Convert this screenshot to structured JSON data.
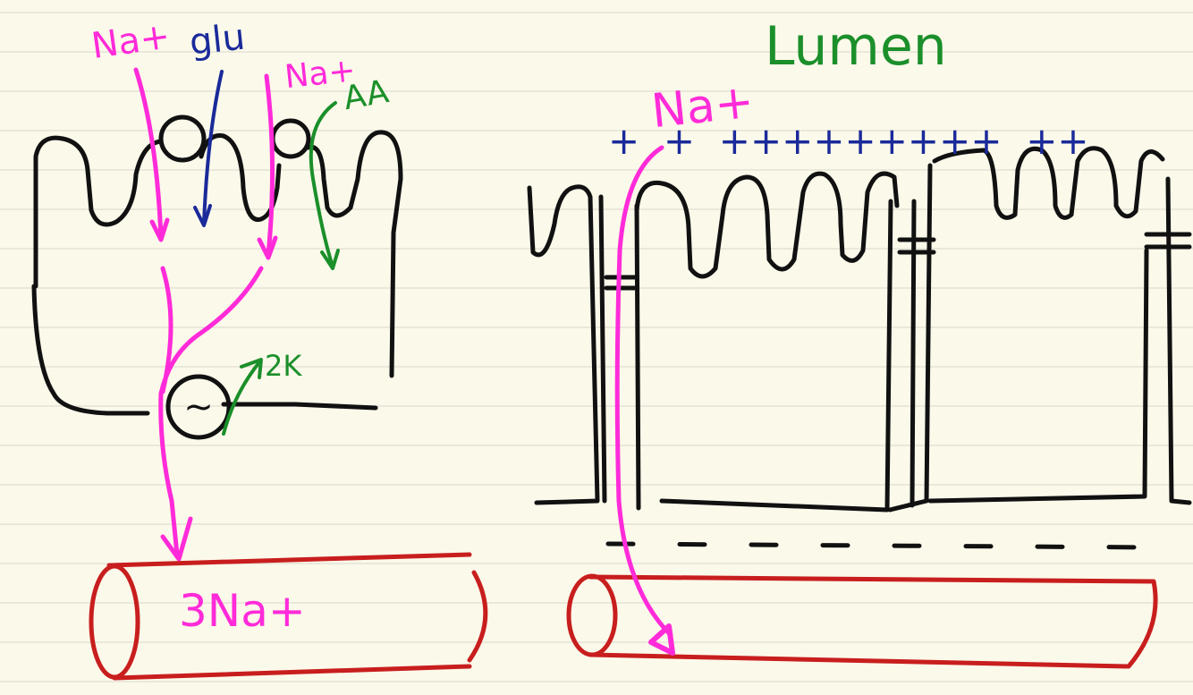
{
  "colors": {
    "paper": "#fbf9ea",
    "rule_line": "#e4e2d4",
    "cell_outline": "#111111",
    "sodium": "#ff2bd9",
    "glucose": "#1a2a9a",
    "amino_acid": "#1b8f2a",
    "potassium": "#1b8f2a",
    "capillary": "#c81e1e",
    "charge": "#1a2a9a"
  },
  "left_panel": {
    "labels": {
      "na_left": "Na+",
      "glu": "glu",
      "na_right": "Na+",
      "aa": "AA",
      "pump_symbol": "~",
      "k": "2K",
      "capillary_na": "3Na+"
    }
  },
  "right_panel": {
    "labels": {
      "lumen": "Lumen",
      "na": "Na+",
      "charges": "+  +  +++++++++  ++"
    }
  }
}
